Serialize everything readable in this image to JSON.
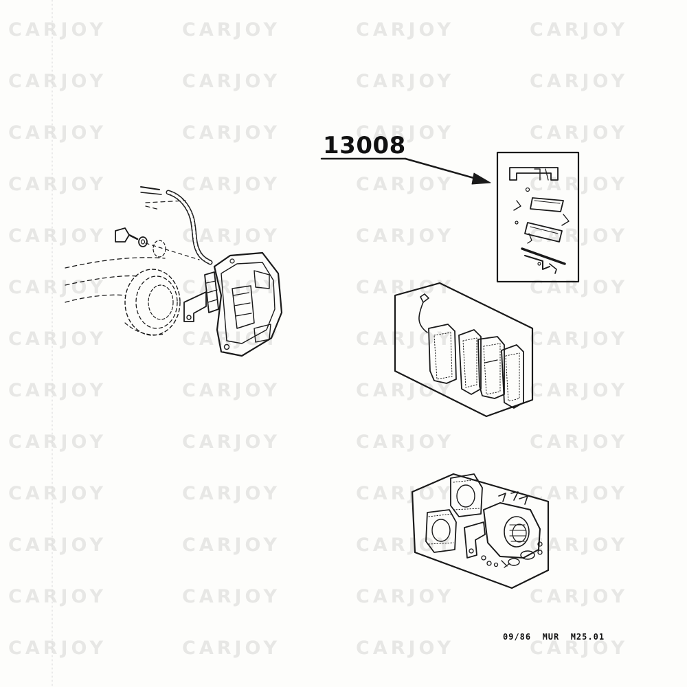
{
  "diagram": {
    "part_number": "13008",
    "reference_code": "09/86  MUR  M25.01",
    "watermark": "CARJOY",
    "icons": [
      "brake-caliper-assembly-icon",
      "brake-hardware-kit-icon",
      "brake-pad-set-icon",
      "caliper-repair-kit-icon"
    ]
  }
}
